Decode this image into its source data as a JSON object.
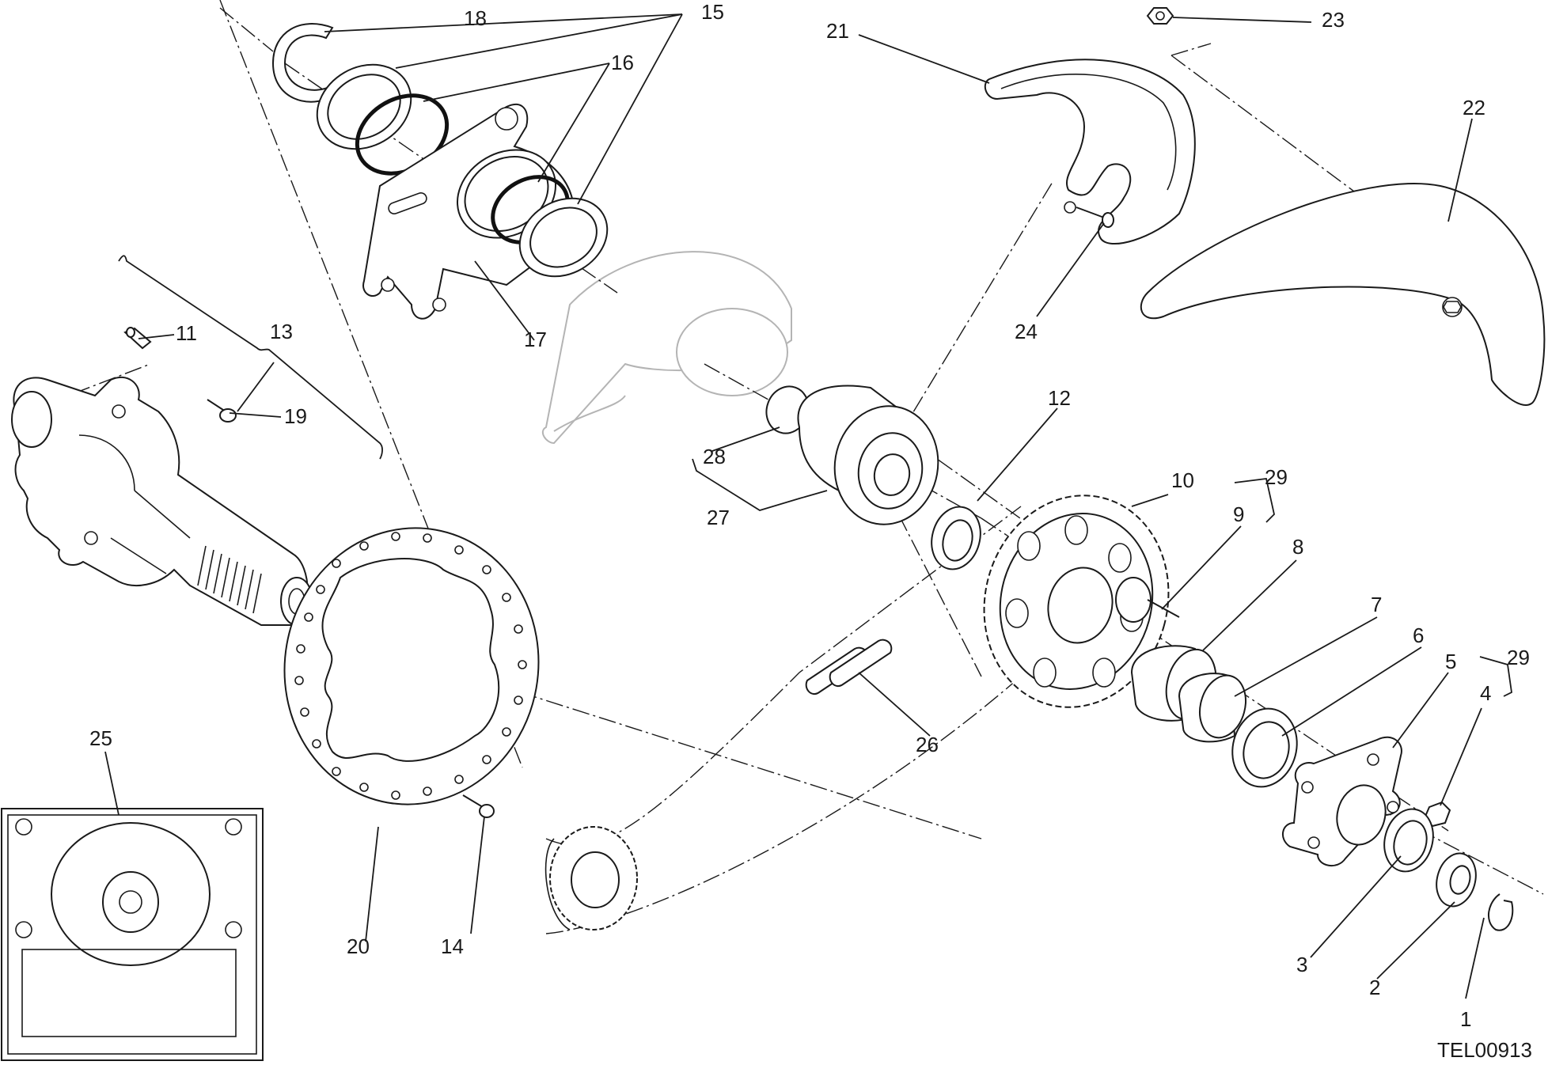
{
  "drawing_code": "TEL00913",
  "callouts": [
    {
      "label": "1"
    },
    {
      "label": "2"
    },
    {
      "label": "3"
    },
    {
      "label": "4"
    },
    {
      "label": "5"
    },
    {
      "label": "6"
    },
    {
      "label": "7"
    },
    {
      "label": "8"
    },
    {
      "label": "9"
    },
    {
      "label": "10"
    },
    {
      "label": "11"
    },
    {
      "label": "12"
    },
    {
      "label": "13"
    },
    {
      "label": "14"
    },
    {
      "label": "15"
    },
    {
      "label": "16"
    },
    {
      "label": "17"
    },
    {
      "label": "18"
    },
    {
      "label": "19"
    },
    {
      "label": "20"
    },
    {
      "label": "21"
    },
    {
      "label": "22"
    },
    {
      "label": "23"
    },
    {
      "label": "24"
    },
    {
      "label": "25"
    },
    {
      "label": "26"
    },
    {
      "label": "27"
    },
    {
      "label": "28"
    },
    {
      "label": "29"
    },
    {
      "label": "29"
    }
  ]
}
